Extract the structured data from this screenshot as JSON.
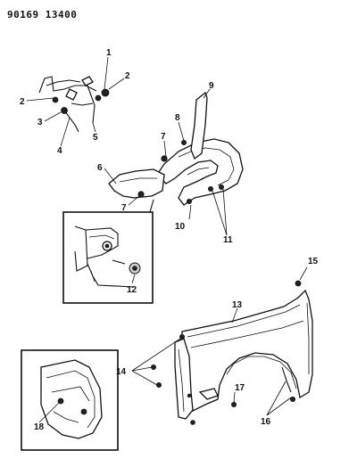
{
  "diagram": {
    "header_code": "90169 13400",
    "callouts": {
      "c1": "1",
      "c2a": "2",
      "c2b": "2",
      "c3": "3",
      "c4": "4",
      "c5": "5",
      "c6": "6",
      "c7a": "7",
      "c7b": "7",
      "c8": "8",
      "c9": "9",
      "c10": "10",
      "c11": "11",
      "c12": "12",
      "c13": "13",
      "c14": "14",
      "c15": "15",
      "c16": "16",
      "c17": "17",
      "c18": "18"
    }
  }
}
